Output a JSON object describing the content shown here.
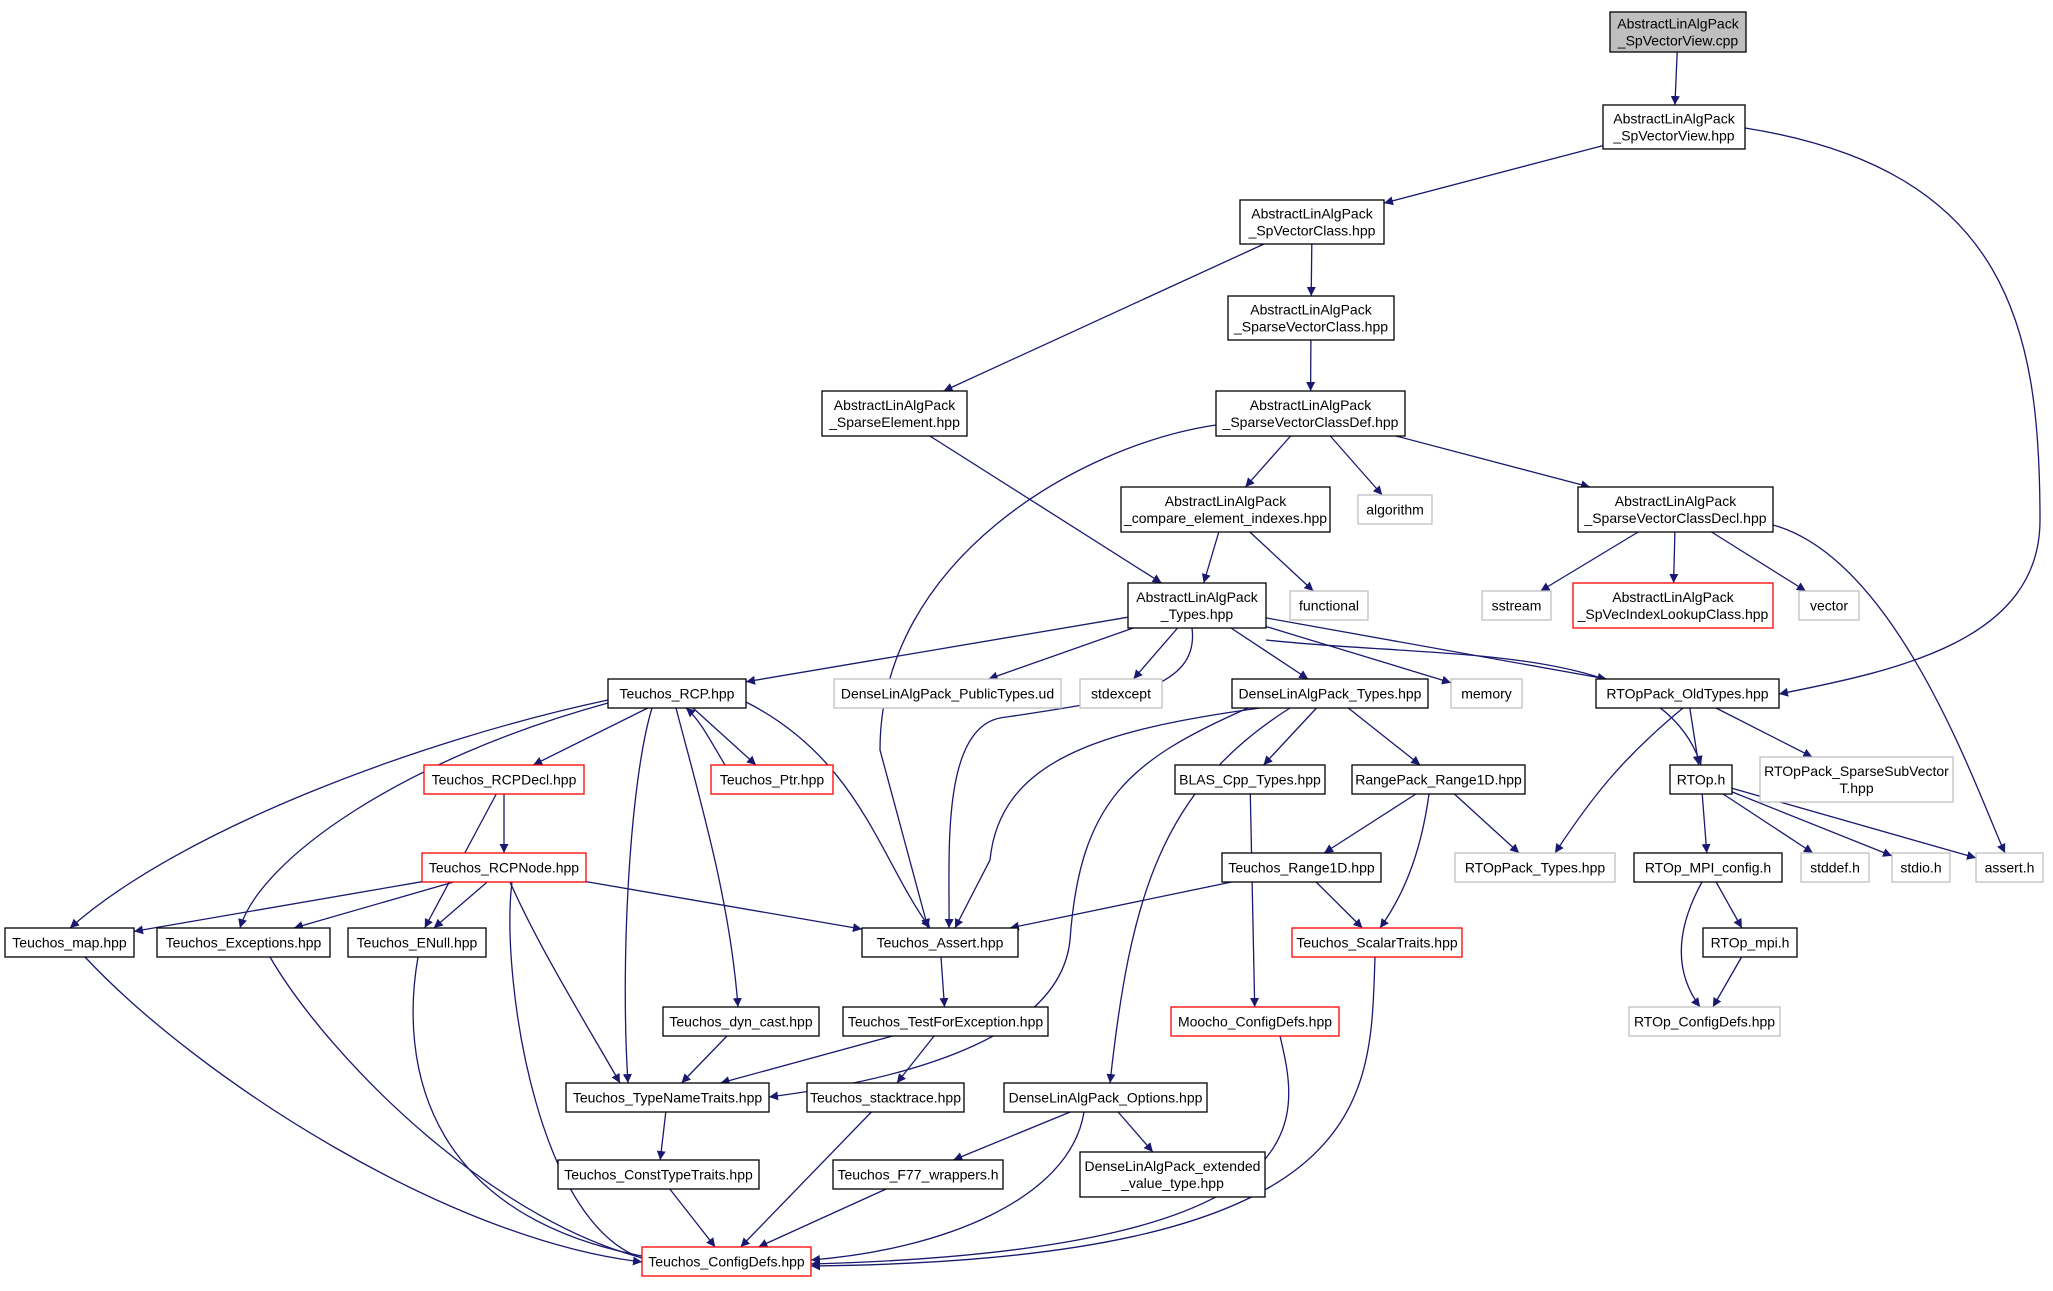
{
  "colors": {
    "edge": "#191970",
    "root_fill": "#bfbfbf",
    "normal_border": "#000000",
    "missing_border": "#bfbfbf",
    "truncated_border": "#ff0000"
  },
  "nodes": [
    {
      "id": "n_root",
      "lines": [
        "AbstractLinAlgPack",
        "_SpVectorView.cpp"
      ],
      "kind": "root"
    },
    {
      "id": "n_spview",
      "lines": [
        "AbstractLinAlgPack",
        "_SpVectorView.hpp"
      ],
      "kind": "normal"
    },
    {
      "id": "n_spclass",
      "lines": [
        "AbstractLinAlgPack",
        "_SpVectorClass.hpp"
      ],
      "kind": "normal"
    },
    {
      "id": "n_sparseclass",
      "lines": [
        "AbstractLinAlgPack",
        "_SparseVectorClass.hpp"
      ],
      "kind": "normal"
    },
    {
      "id": "n_sparseelem",
      "lines": [
        "AbstractLinAlgPack",
        "_SparseElement.hpp"
      ],
      "kind": "normal"
    },
    {
      "id": "n_sparsedef",
      "lines": [
        "AbstractLinAlgPack",
        "_SparseVectorClassDef.hpp"
      ],
      "kind": "normal"
    },
    {
      "id": "n_compare",
      "lines": [
        "AbstractLinAlgPack",
        "_compare_element_indexes.hpp"
      ],
      "kind": "normal"
    },
    {
      "id": "n_algorithm",
      "lines": [
        "algorithm"
      ],
      "kind": "missing"
    },
    {
      "id": "n_sparsedecl",
      "lines": [
        "AbstractLinAlgPack",
        "_SparseVectorClassDecl.hpp"
      ],
      "kind": "normal"
    },
    {
      "id": "n_types",
      "lines": [
        "AbstractLinAlgPack",
        "_Types.hpp"
      ],
      "kind": "normal"
    },
    {
      "id": "n_functional",
      "lines": [
        "functional"
      ],
      "kind": "missing"
    },
    {
      "id": "n_sstream",
      "lines": [
        "sstream"
      ],
      "kind": "missing"
    },
    {
      "id": "n_spvecidx",
      "lines": [
        "AbstractLinAlgPack",
        "_SpVecIndexLookupClass.hpp"
      ],
      "kind": "truncated"
    },
    {
      "id": "n_vector",
      "lines": [
        "vector"
      ],
      "kind": "missing"
    },
    {
      "id": "n_rcp",
      "lines": [
        "Teuchos_RCP.hpp"
      ],
      "kind": "normal"
    },
    {
      "id": "n_densepub",
      "lines": [
        "DenseLinAlgPack_PublicTypes.ud"
      ],
      "kind": "missing"
    },
    {
      "id": "n_stdexcept",
      "lines": [
        "stdexcept"
      ],
      "kind": "missing"
    },
    {
      "id": "n_densetypes",
      "lines": [
        "DenseLinAlgPack_Types.hpp"
      ],
      "kind": "normal"
    },
    {
      "id": "n_memory",
      "lines": [
        "memory"
      ],
      "kind": "missing"
    },
    {
      "id": "n_rtopold",
      "lines": [
        "RTOpPack_OldTypes.hpp"
      ],
      "kind": "normal"
    },
    {
      "id": "n_rcpdecl",
      "lines": [
        "Teuchos_RCPDecl.hpp"
      ],
      "kind": "truncated"
    },
    {
      "id": "n_ptr",
      "lines": [
        "Teuchos_Ptr.hpp"
      ],
      "kind": "truncated"
    },
    {
      "id": "n_blas",
      "lines": [
        "BLAS_Cpp_Types.hpp"
      ],
      "kind": "normal"
    },
    {
      "id": "n_range1dpack",
      "lines": [
        "RangePack_Range1D.hpp"
      ],
      "kind": "normal"
    },
    {
      "id": "n_rtoph",
      "lines": [
        "RTOp.h"
      ],
      "kind": "normal"
    },
    {
      "id": "n_rtopsparse",
      "lines": [
        "RTOpPack_SparseSubVector",
        "T.hpp"
      ],
      "kind": "missing"
    },
    {
      "id": "n_rcpnode",
      "lines": [
        "Teuchos_RCPNode.hpp"
      ],
      "kind": "truncated"
    },
    {
      "id": "n_trange1d",
      "lines": [
        "Teuchos_Range1D.hpp"
      ],
      "kind": "normal"
    },
    {
      "id": "n_rtoppacktypes",
      "lines": [
        "RTOpPack_Types.hpp"
      ],
      "kind": "missing"
    },
    {
      "id": "n_mpiconfig",
      "lines": [
        "RTOp_MPI_config.h"
      ],
      "kind": "normal"
    },
    {
      "id": "n_stddef",
      "lines": [
        "stddef.h"
      ],
      "kind": "missing"
    },
    {
      "id": "n_stdio",
      "lines": [
        "stdio.h"
      ],
      "kind": "missing"
    },
    {
      "id": "n_asserth",
      "lines": [
        "assert.h"
      ],
      "kind": "missing"
    },
    {
      "id": "n_map",
      "lines": [
        "Teuchos_map.hpp"
      ],
      "kind": "normal"
    },
    {
      "id": "n_exceptions",
      "lines": [
        "Teuchos_Exceptions.hpp"
      ],
      "kind": "normal"
    },
    {
      "id": "n_enull",
      "lines": [
        "Teuchos_ENull.hpp"
      ],
      "kind": "normal"
    },
    {
      "id": "n_assert",
      "lines": [
        "Teuchos_Assert.hpp"
      ],
      "kind": "normal"
    },
    {
      "id": "n_scalar",
      "lines": [
        "Teuchos_ScalarTraits.hpp"
      ],
      "kind": "truncated"
    },
    {
      "id": "n_rtopmpi",
      "lines": [
        "RTOp_mpi.h"
      ],
      "kind": "normal"
    },
    {
      "id": "n_dyncast",
      "lines": [
        "Teuchos_dyn_cast.hpp"
      ],
      "kind": "normal"
    },
    {
      "id": "n_testfor",
      "lines": [
        "Teuchos_TestForException.hpp"
      ],
      "kind": "normal"
    },
    {
      "id": "n_moocho",
      "lines": [
        "Moocho_ConfigDefs.hpp"
      ],
      "kind": "truncated"
    },
    {
      "id": "n_rtopconfig",
      "lines": [
        "RTOp_ConfigDefs.hpp"
      ],
      "kind": "missing"
    },
    {
      "id": "n_typename",
      "lines": [
        "Teuchos_TypeNameTraits.hpp"
      ],
      "kind": "normal"
    },
    {
      "id": "n_stacktrace",
      "lines": [
        "Teuchos_stacktrace.hpp"
      ],
      "kind": "normal"
    },
    {
      "id": "n_denseopt",
      "lines": [
        "DenseLinAlgPack_Options.hpp"
      ],
      "kind": "normal"
    },
    {
      "id": "n_consttype",
      "lines": [
        "Teuchos_ConstTypeTraits.hpp"
      ],
      "kind": "normal"
    },
    {
      "id": "n_f77",
      "lines": [
        "Teuchos_F77_wrappers.h"
      ],
      "kind": "normal"
    },
    {
      "id": "n_denseext",
      "lines": [
        "DenseLinAlgPack_extended",
        "_value_type.hpp"
      ],
      "kind": "normal"
    },
    {
      "id": "n_configdefs",
      "lines": [
        "Teuchos_ConfigDefs.hpp"
      ],
      "kind": "truncated"
    }
  ],
  "edges": [
    [
      "n_root",
      "n_spview"
    ],
    [
      "n_spview",
      "n_spclass"
    ],
    [
      "n_spview",
      "n_rtopold"
    ],
    [
      "n_spclass",
      "n_sparseclass"
    ],
    [
      "n_spclass",
      "n_sparseelem"
    ],
    [
      "n_sparseclass",
      "n_sparsedef"
    ],
    [
      "n_sparseelem",
      "n_types"
    ],
    [
      "n_sparsedef",
      "n_compare"
    ],
    [
      "n_sparsedef",
      "n_algorithm"
    ],
    [
      "n_sparsedef",
      "n_sparsedecl"
    ],
    [
      "n_sparsedef",
      "n_assert"
    ],
    [
      "n_compare",
      "n_types"
    ],
    [
      "n_compare",
      "n_functional"
    ],
    [
      "n_sparsedecl",
      "n_sstream"
    ],
    [
      "n_sparsedecl",
      "n_spvecidx"
    ],
    [
      "n_sparsedecl",
      "n_vector"
    ],
    [
      "n_sparsedecl",
      "n_asserth"
    ],
    [
      "n_types",
      "n_rcp"
    ],
    [
      "n_types",
      "n_densepub"
    ],
    [
      "n_types",
      "n_stdexcept"
    ],
    [
      "n_types",
      "n_densetypes"
    ],
    [
      "n_types",
      "n_memory"
    ],
    [
      "n_types",
      "n_rtopold"
    ],
    [
      "n_types",
      "n_rtoph"
    ],
    [
      "n_types",
      "n_assert"
    ],
    [
      "n_rcp",
      "n_rcpdecl"
    ],
    [
      "n_rcp",
      "n_ptr"
    ],
    [
      "n_rcp",
      "n_map"
    ],
    [
      "n_rcp",
      "n_exceptions"
    ],
    [
      "n_rcp",
      "n_typename"
    ],
    [
      "n_rcp",
      "n_dyncast"
    ],
    [
      "n_rcp",
      "n_assert"
    ],
    [
      "n_ptr",
      "n_rcp"
    ],
    [
      "n_rcpdecl",
      "n_rcpnode"
    ],
    [
      "n_rcpdecl",
      "n_enull"
    ],
    [
      "n_rcpnode",
      "n_map"
    ],
    [
      "n_rcpnode",
      "n_exceptions"
    ],
    [
      "n_rcpnode",
      "n_enull"
    ],
    [
      "n_rcpnode",
      "n_assert"
    ],
    [
      "n_rcpnode",
      "n_typename"
    ],
    [
      "n_rcpnode",
      "n_configdefs"
    ],
    [
      "n_densetypes",
      "n_blas"
    ],
    [
      "n_densetypes",
      "n_range1dpack"
    ],
    [
      "n_densetypes",
      "n_assert"
    ],
    [
      "n_densetypes",
      "n_typename"
    ],
    [
      "n_densetypes",
      "n_denseopt"
    ],
    [
      "n_range1dpack",
      "n_trange1d"
    ],
    [
      "n_range1dpack",
      "n_scalar"
    ],
    [
      "n_range1dpack",
      "n_rtoppacktypes"
    ],
    [
      "n_trange1d",
      "n_assert"
    ],
    [
      "n_trange1d",
      "n_scalar"
    ],
    [
      "n_blas",
      "n_moocho"
    ],
    [
      "n_rtopold",
      "n_rtoph"
    ],
    [
      "n_rtopold",
      "n_rtopsparse"
    ],
    [
      "n_rtopold",
      "n_rtoppacktypes"
    ],
    [
      "n_rtoph",
      "n_mpiconfig"
    ],
    [
      "n_rtoph",
      "n_stddef"
    ],
    [
      "n_rtoph",
      "n_stdio"
    ],
    [
      "n_rtoph",
      "n_asserth"
    ],
    [
      "n_mpiconfig",
      "n_rtopmpi"
    ],
    [
      "n_mpiconfig",
      "n_rtopconfig"
    ],
    [
      "n_rtopmpi",
      "n_rtopconfig"
    ],
    [
      "n_assert",
      "n_testfor"
    ],
    [
      "n_testfor",
      "n_typename"
    ],
    [
      "n_testfor",
      "n_stacktrace"
    ],
    [
      "n_dyncast",
      "n_typename"
    ],
    [
      "n_typename",
      "n_consttype"
    ],
    [
      "n_consttype",
      "n_configdefs"
    ],
    [
      "n_stacktrace",
      "n_configdefs"
    ],
    [
      "n_denseopt",
      "n_f77"
    ],
    [
      "n_denseopt",
      "n_denseext"
    ],
    [
      "n_denseopt",
      "n_configdefs"
    ],
    [
      "n_f77",
      "n_configdefs"
    ],
    [
      "n_map",
      "n_configdefs"
    ],
    [
      "n_exceptions",
      "n_configdefs"
    ],
    [
      "n_enull",
      "n_configdefs"
    ],
    [
      "n_moocho",
      "n_configdefs"
    ],
    [
      "n_scalar",
      "n_configdefs"
    ]
  ]
}
